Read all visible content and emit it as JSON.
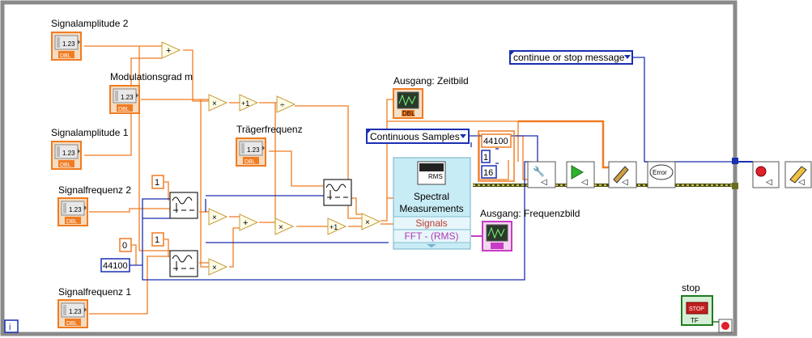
{
  "labels": {
    "signalamplitude2": "Signalamplitude 2",
    "modulationsgrad": "Modulationsgrad m",
    "signalamplitude1": "Signalamplitude 1",
    "signalfrequenz2": "Signalfrequenz 2",
    "signalfrequenz1": "Signalfrequenz 1",
    "traegerfrequenz": "Trägerfrequenz",
    "ausgang_zeitbild": "Ausgang: Zeitbild",
    "ausgang_frequenzbild": "Ausgang: Frequenzbild",
    "stop": "stop"
  },
  "terminals": {
    "numeric_glyph": "1.23",
    "dbl_type": "DBL",
    "tf_type": "TF",
    "stop_glyph": "STOP"
  },
  "constants": {
    "zero": "0",
    "one_a": "1",
    "one_b": "1",
    "samplerate": "44100",
    "build_rate": "44100",
    "build_one": "1",
    "build_sixteen": "16"
  },
  "rings": {
    "continuous_samples": "Continuous Samples",
    "continue_or_stop": "continue or stop message"
  },
  "operators": {
    "add": "+",
    "multiply": "×",
    "increment": "+1",
    "divide": "÷"
  },
  "express_vi": {
    "title_line1": "Spectral",
    "title_line2": "Measurements",
    "icon_label": "RMS",
    "output_signals": "Signals",
    "output_fft": "FFT - (RMS)"
  },
  "misc": {
    "info_glyph": "i",
    "error_glyph": "Error",
    "plus_one": "+1"
  },
  "colors": {
    "orange_wire": "#f07c22",
    "blue_wire": "#1b2fb0",
    "frame_gray": "#8a8a8a",
    "express_bg": "#c8ecf5",
    "pink_wire": "#c63cc6"
  },
  "icons": {
    "numeric_control": "numeric-dbl-icon",
    "graph_indicator": "waveform-graph-icon",
    "sine_generator": "sine-generator-icon",
    "sound_config": "sound-config-icon",
    "sound_start": "sound-start-icon",
    "sound_write": "sound-write-icon",
    "error_handler": "error-handler-icon",
    "sound_stop": "sound-stop-icon",
    "sound_clear": "sound-clear-icon"
  }
}
